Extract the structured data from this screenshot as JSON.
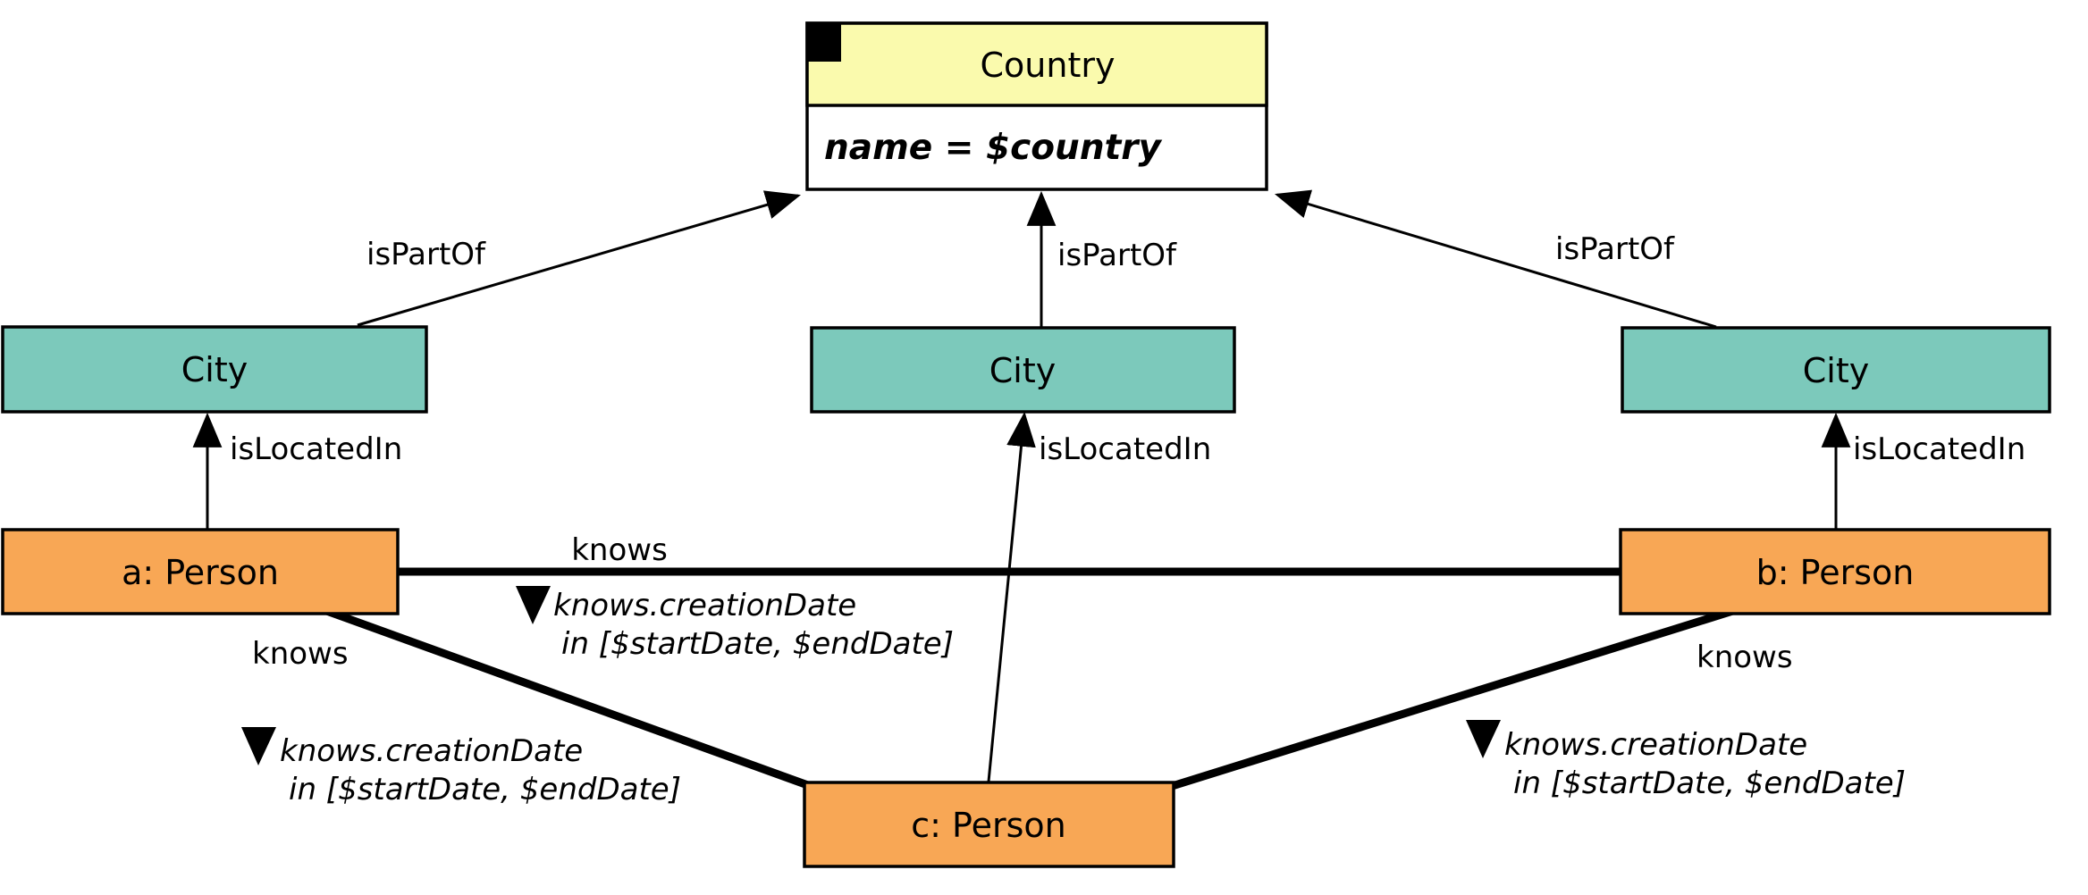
{
  "diagram": {
    "type": "graph-query-pattern",
    "colors": {
      "country_fill": "#FAFAAD",
      "city_fill": "#7CC9BB",
      "person_fill": "#F8A755",
      "attribute_fill": "#FFFFFF",
      "edge_color": "#000000",
      "marker_color": "#000000"
    },
    "icons": {
      "country_corner_marker": "filled-black-square",
      "constraint_marker": "filled-down-triangle"
    },
    "nodes": {
      "country": {
        "label": "Country",
        "attribute": "name = $country"
      },
      "city_left": {
        "label": "City"
      },
      "city_middle": {
        "label": "City"
      },
      "city_right": {
        "label": "City"
      },
      "person_a": {
        "label": "a: Person"
      },
      "person_b": {
        "label": "b: Person"
      },
      "person_c": {
        "label": "c: Person"
      }
    },
    "edge_labels": {
      "is_part_of": "isPartOf",
      "is_located_in": "isLocatedIn",
      "knows": "knows"
    },
    "constraints": {
      "knows_ab": {
        "line1": "knows.creationDate",
        "line2": "in [$startDate, $endDate]"
      },
      "knows_ac": {
        "line1": "knows.creationDate",
        "line2": "in [$startDate, $endDate]"
      },
      "knows_bc": {
        "line1": "knows.creationDate",
        "line2": "in [$startDate, $endDate]"
      }
    }
  }
}
